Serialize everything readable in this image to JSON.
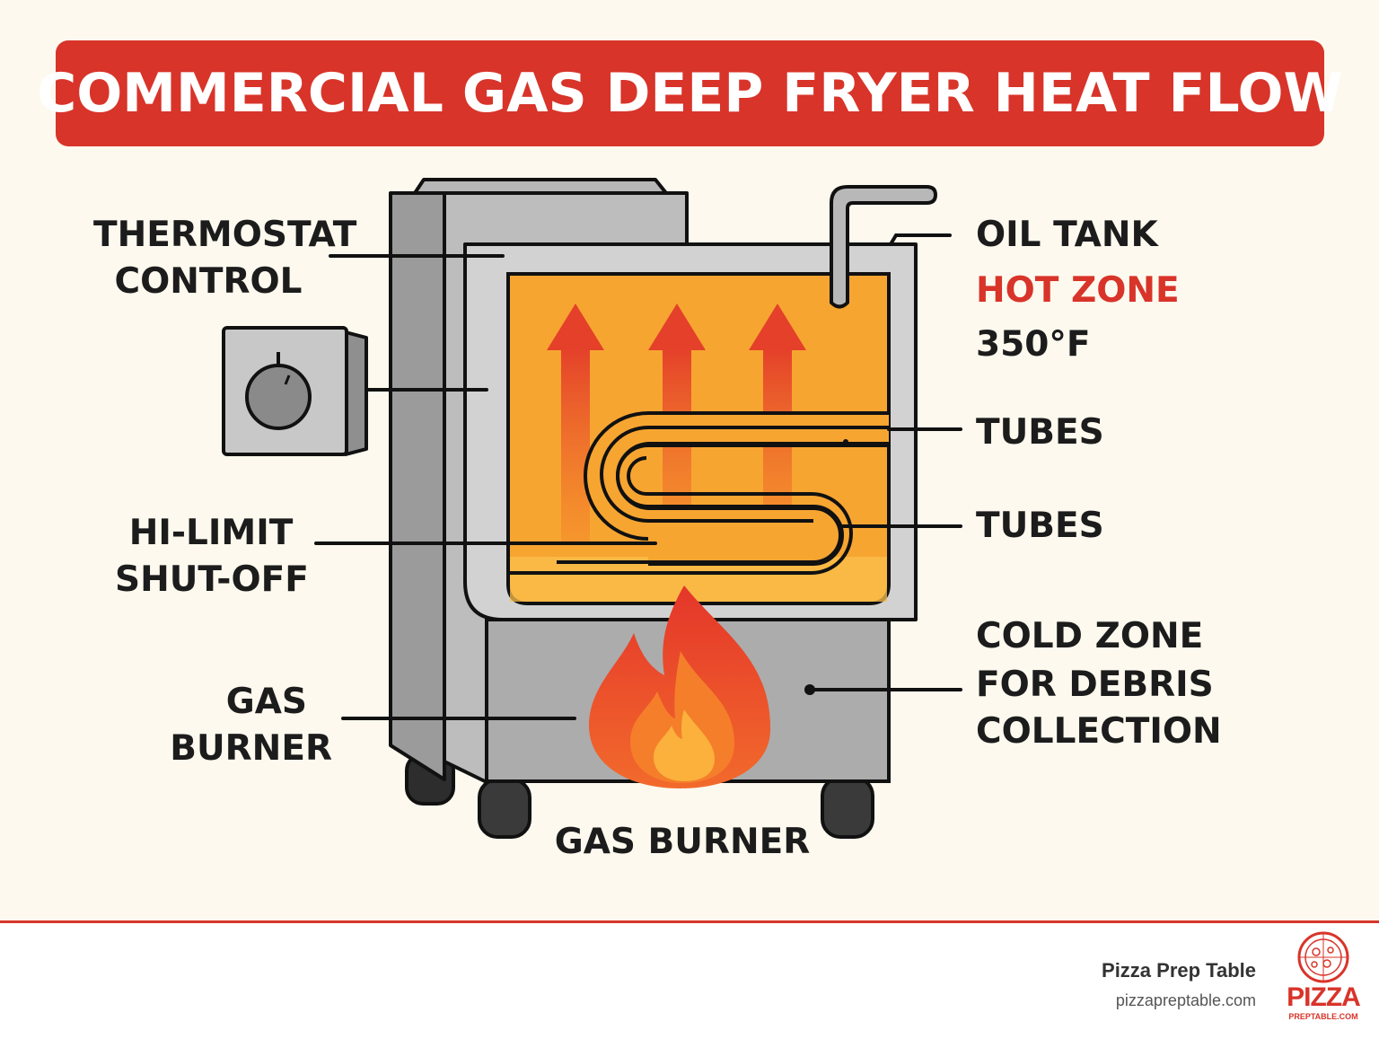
{
  "title": "COMMERCIAL GAS DEEP FRYER HEAT FLOW",
  "labels": {
    "thermostat": [
      "THERMOSTAT",
      "CONTROL"
    ],
    "hi_limit": [
      "HI-LIMIT",
      "SHUT-OFF"
    ],
    "gas_burner_left": [
      "GAS",
      "BURNER"
    ],
    "oil_tank": "OIL TANK",
    "hot_zone": "HOT ZONE",
    "temperature": "350°F",
    "tubes_upper": "TUBES",
    "tubes_lower": "TUBES",
    "cold_zone": [
      "COLD ZONE",
      "FOR DEBRIS",
      "COLLECTION"
    ],
    "gas_burner_bottom": "GAS BURNER"
  },
  "footer": {
    "brand_name": "Pizza Prep Table",
    "brand_url": "pizzapreptable.com",
    "logo_word": "PIZZA",
    "logo_sub": "PREPTABLE.COM"
  },
  "colors": {
    "accent_red": "#d8342a",
    "oil_orange": "#f7a531",
    "steel_gray": "#a9a9a9",
    "background": "#fdf9ee"
  },
  "icons": [
    "thermostat-dial-icon",
    "flame-icon",
    "heat-arrow-icon",
    "pizza-logo-icon"
  ]
}
